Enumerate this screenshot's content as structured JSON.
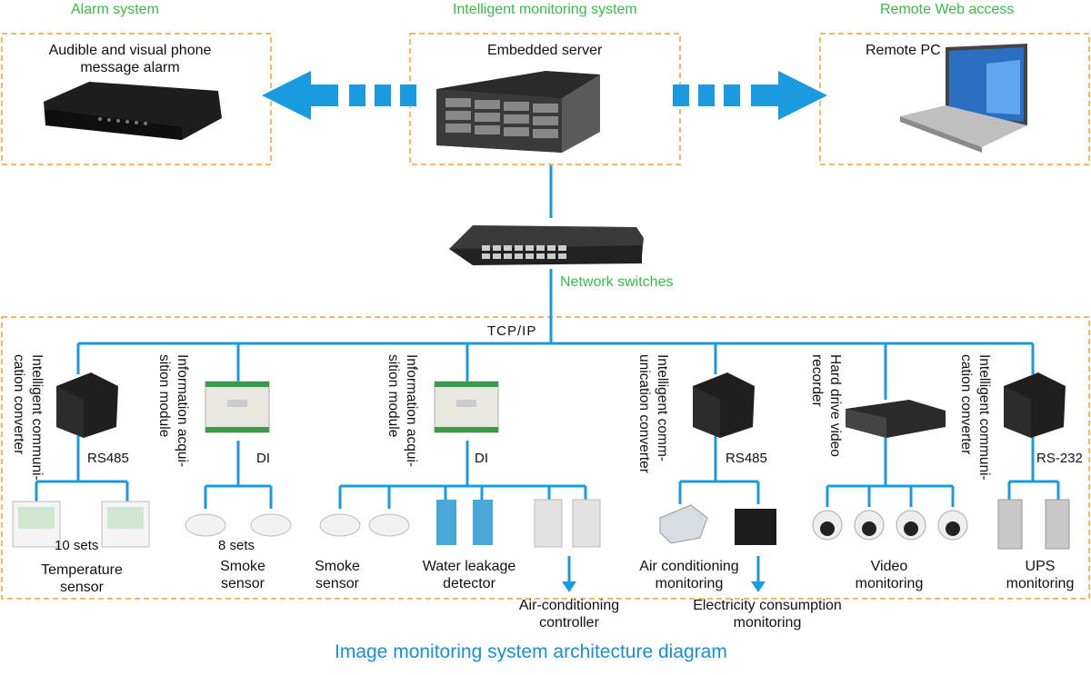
{
  "top": {
    "alarm_title": "Alarm system",
    "monitor_title": "Intelligent monitoring system",
    "remote_title": "Remote Web access",
    "alarm_label": "Audible and visual phone message alarm",
    "server_label": "Embedded server",
    "pc_label": "Remote PC"
  },
  "network": {
    "switch_label": "Network switches",
    "protocol": "TCP/IP"
  },
  "modules": {
    "conv1": "Intelligent communi-\ncation converter",
    "info1": "Information acqui-\nsition module",
    "info2": "Information acqui-\nsition module",
    "conv2": "Intelligent comm-\nunication converter",
    "hdd": "Hard drive video\nrecorder",
    "conv3": "Intelligent communi-\ncation converter",
    "iface_rs485_1": "RS485",
    "iface_di_1": "DI",
    "iface_di_2": "DI",
    "iface_rs485_2": "RS485",
    "iface_rs232": "RS-232"
  },
  "devices": {
    "temp_sets": "10 sets",
    "temp_label": "Temperature sensor",
    "smoke_sets": "8 sets",
    "smoke1_label": "Smoke sensor",
    "smoke2_label": "Smoke sensor",
    "water_label": "Water leakage detector",
    "ac_ctrl_label": "Air-conditioning controller",
    "ac_mon_label": "Air conditioning monitoring",
    "elec_label": "Electricity consumption monitoring",
    "video_label": "Video monitoring",
    "ups_label": "UPS monitoring"
  },
  "diagram_title": "Image monitoring system architecture diagram",
  "colors": {
    "line": "#1a9be0",
    "box_border": "#f0a040",
    "green_text": "#3cb94a",
    "title": "#1a8fd6"
  }
}
